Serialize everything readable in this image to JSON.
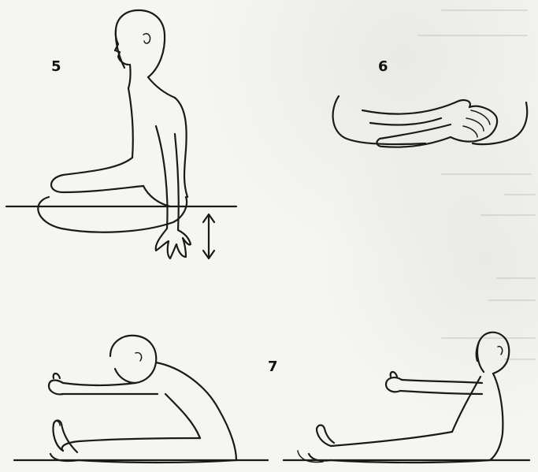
{
  "figures": {
    "fig5": {
      "label": "5"
    },
    "fig6": {
      "label": "6"
    },
    "fig7": {
      "label": "7"
    }
  },
  "colors": {
    "paper": "#f5f5f2",
    "ink": "#1a1a1a"
  }
}
